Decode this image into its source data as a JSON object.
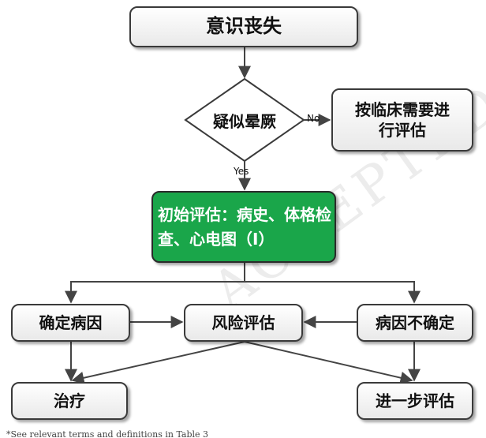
{
  "nodes": {
    "loss_of_consciousness": "意识丧失",
    "suspected_syncope": "疑似晕厥",
    "evaluate_as_needed": "按临床需要进行评估",
    "initial_evaluation": "初始评估：病史、体格检查、心电图（I）",
    "cause_determined": "确定病因",
    "risk_assessment": "风险评估",
    "cause_undetermined": "病因不确定",
    "treatment": "治疗",
    "further_evaluation": "进一步评估"
  },
  "edge_labels": {
    "no": "No",
    "yes": "Yes"
  },
  "watermark": "ACCEPTED MANUSCRIPT",
  "footnote": "*See relevant terms and definitions in Table 3",
  "colors": {
    "border": "#3a3a3a",
    "arrow": "#444444",
    "green_node": "#1aa64a",
    "node_gradient_top": "#ffffff",
    "node_gradient_bottom": "#e9e9e9"
  }
}
